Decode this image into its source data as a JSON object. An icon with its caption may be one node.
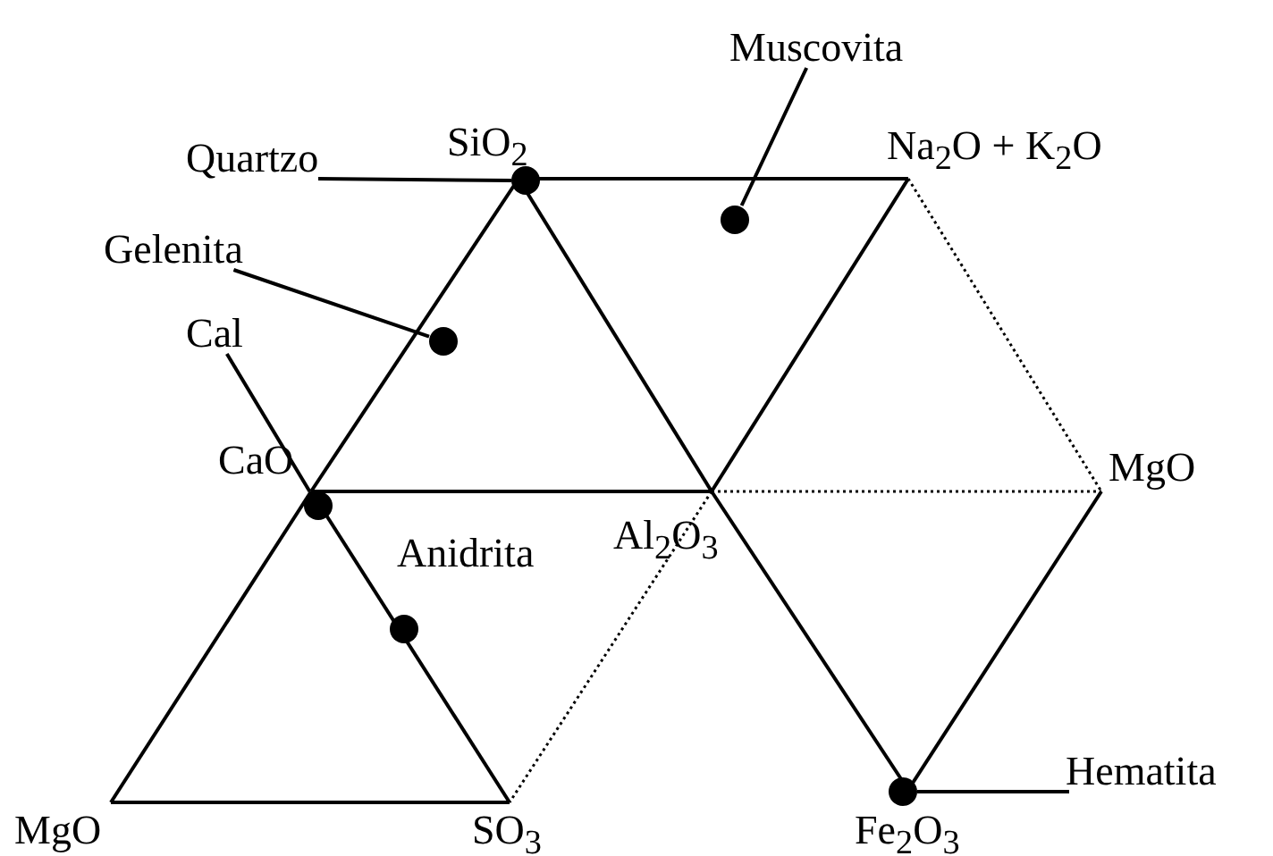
{
  "diagram": {
    "nodes": [
      {
        "text": [
          "Muscovita"
        ]
      },
      {
        "text": [
          "Quartzo"
        ]
      },
      {
        "text": [],
        "shape": "circle"
      },
      {
        "text": [],
        "shape": "circle"
      },
      {
        "text": [
          "Gelenita"
        ]
      },
      {
        "text": [],
        "shape": "circle"
      },
      {
        "text": [
          "Cal"
        ]
      },
      {
        "text": [],
        "shape": "circle"
      },
      {
        "text": [],
        "shape": "circle",
        "beside": [
          "Anidrita"
        ]
      },
      {
        "text": [
          "Hematita"
        ]
      },
      {
        "text": [],
        "shape": "circle"
      }
    ],
    "edges": [
      {
        "from": 0,
        "to": 3,
        "arrow": "none"
      },
      {
        "from": 1,
        "to": 2,
        "arrow": "none"
      },
      {
        "from": 4,
        "to": 5,
        "arrow": "none"
      },
      {
        "from": 6,
        "to": 7,
        "arrow": "none"
      },
      {
        "from": 9,
        "to": 10,
        "arrow": "none"
      }
    ],
    "labels": [
      "SiO$_{2}$",
      "Na$_{2}$O + K$_{2}$O",
      "CaO",
      "MgO",
      "Al$_{2}$O$_{3}$",
      "MgO",
      "SO$_{3}$",
      "Fe$_{2}$O$_{3}$"
    ]
  }
}
